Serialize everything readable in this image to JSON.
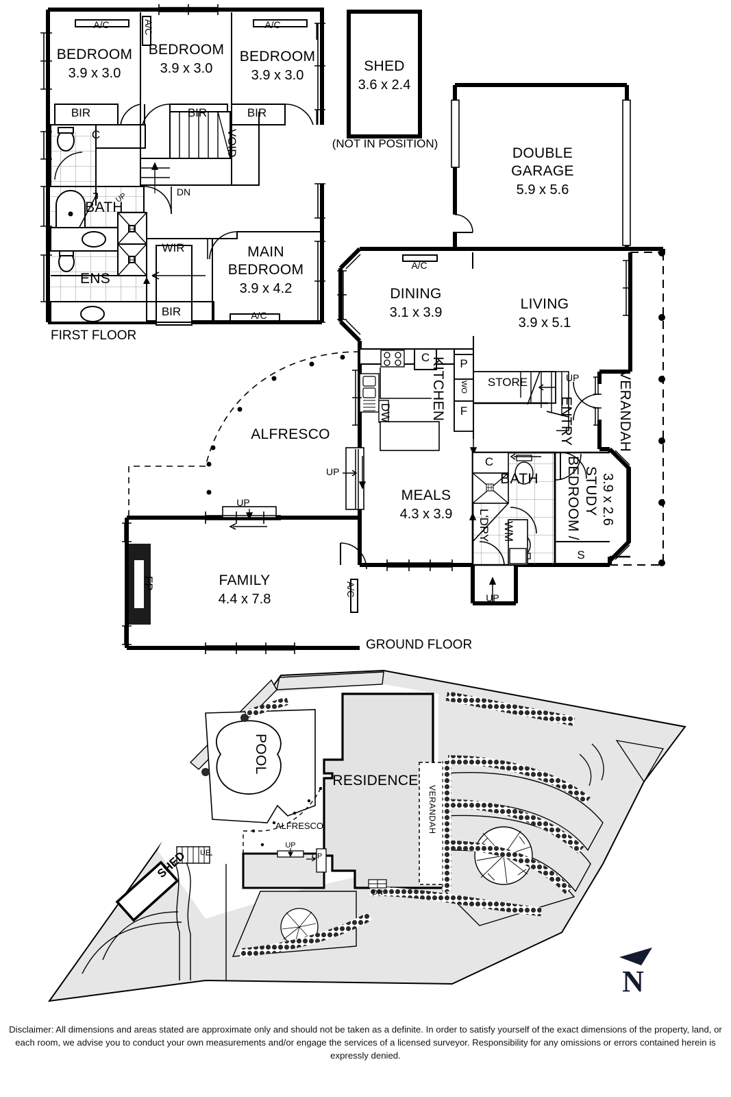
{
  "document": {
    "type": "real-estate-floor-plan",
    "disclaimer": "Disclaimer: All dimensions and areas stated are approximate only and should not be taken as a definite. In order to satisfy yourself of the exact dimensions of the property, land, or each room, we advise you to conduct your own measurements and/or engage the services of a licensed surveyor. Responsibility for any omissions or errors contained herein is expressly denied."
  },
  "floors": {
    "first": {
      "label": "FIRST FLOOR",
      "rooms": [
        {
          "name": "BEDROOM",
          "dim": "3.9 x 3.0"
        },
        {
          "name": "BEDROOM",
          "dim": "3.9 x 3.0"
        },
        {
          "name": "BEDROOM",
          "dim": "3.9 x 3.0"
        },
        {
          "name": "MAIN BEDROOM",
          "name_line1": "MAIN",
          "name_line2": "BEDROOM",
          "dim": "3.9 x 4.2"
        },
        {
          "name": "BATH",
          "dim": ""
        },
        {
          "name": "ENS",
          "dim": ""
        },
        {
          "name": "WIR",
          "dim": ""
        },
        {
          "name": "VOID",
          "dim": ""
        }
      ],
      "annotations": [
        {
          "text": "A/C"
        },
        {
          "text": "A/C"
        },
        {
          "text": "A/C"
        },
        {
          "text": "A/C"
        },
        {
          "text": "BIR"
        },
        {
          "text": "BIR"
        },
        {
          "text": "BIR"
        },
        {
          "text": "BIR"
        },
        {
          "text": "C"
        },
        {
          "text": "UP"
        },
        {
          "text": "DN"
        }
      ]
    },
    "ground": {
      "label": "GROUND FLOOR",
      "rooms": [
        {
          "name": "DOUBLE GARAGE",
          "name_line1": "DOUBLE",
          "name_line2": "GARAGE",
          "dim": "5.9 x 5.6"
        },
        {
          "name": "DINING",
          "dim": "3.1 x 3.9"
        },
        {
          "name": "LIVING",
          "dim": "3.9 x 5.1"
        },
        {
          "name": "MEALS",
          "dim": "4.3 x 3.9"
        },
        {
          "name": "FAMILY",
          "dim": "4.4 x 7.8"
        },
        {
          "name": "BEDROOM / STUDY",
          "name_line1": "BEDROOM /",
          "name_line2": "STUDY",
          "dim": "3.9 x 2.6"
        },
        {
          "name": "KITCHEN",
          "dim": ""
        },
        {
          "name": "ALFRESCO",
          "dim": ""
        },
        {
          "name": "BATH",
          "dim": ""
        },
        {
          "name": "L'DRY",
          "dim": ""
        },
        {
          "name": "ENTRY",
          "dim": ""
        },
        {
          "name": "VERANDAH",
          "dim": ""
        },
        {
          "name": "STORE",
          "dim": ""
        }
      ],
      "annotations": [
        {
          "text": "A/C"
        },
        {
          "text": "A/C"
        },
        {
          "text": "C"
        },
        {
          "text": "C"
        },
        {
          "text": "P"
        },
        {
          "text": "F"
        },
        {
          "text": "WO"
        },
        {
          "text": "DW"
        },
        {
          "text": "WM"
        },
        {
          "text": "S"
        },
        {
          "text": "FP"
        },
        {
          "text": "UP"
        },
        {
          "text": "UP"
        },
        {
          "text": "UP"
        },
        {
          "text": "UP"
        }
      ]
    }
  },
  "shed": {
    "name": "SHED",
    "dim": "3.6 x 2.4",
    "note": "(NOT IN POSITION)"
  },
  "site_plan": {
    "labels": {
      "residence": "RESIDENCE",
      "pool": "POOL",
      "shed": "SHED",
      "alfresco": "ALFRESCO",
      "verandah": "VERANDAH",
      "up_1": "UP",
      "up_2": "UP",
      "up_3": "UP",
      "dn": "DN"
    },
    "compass": {
      "letter": "N"
    }
  },
  "colors": {
    "line": "#000000",
    "wall_fill": "#000000",
    "site_fill": "#e6e6e6",
    "building_fill": "#e3e3e3",
    "compass": "#141a30",
    "white": "#ffffff"
  }
}
